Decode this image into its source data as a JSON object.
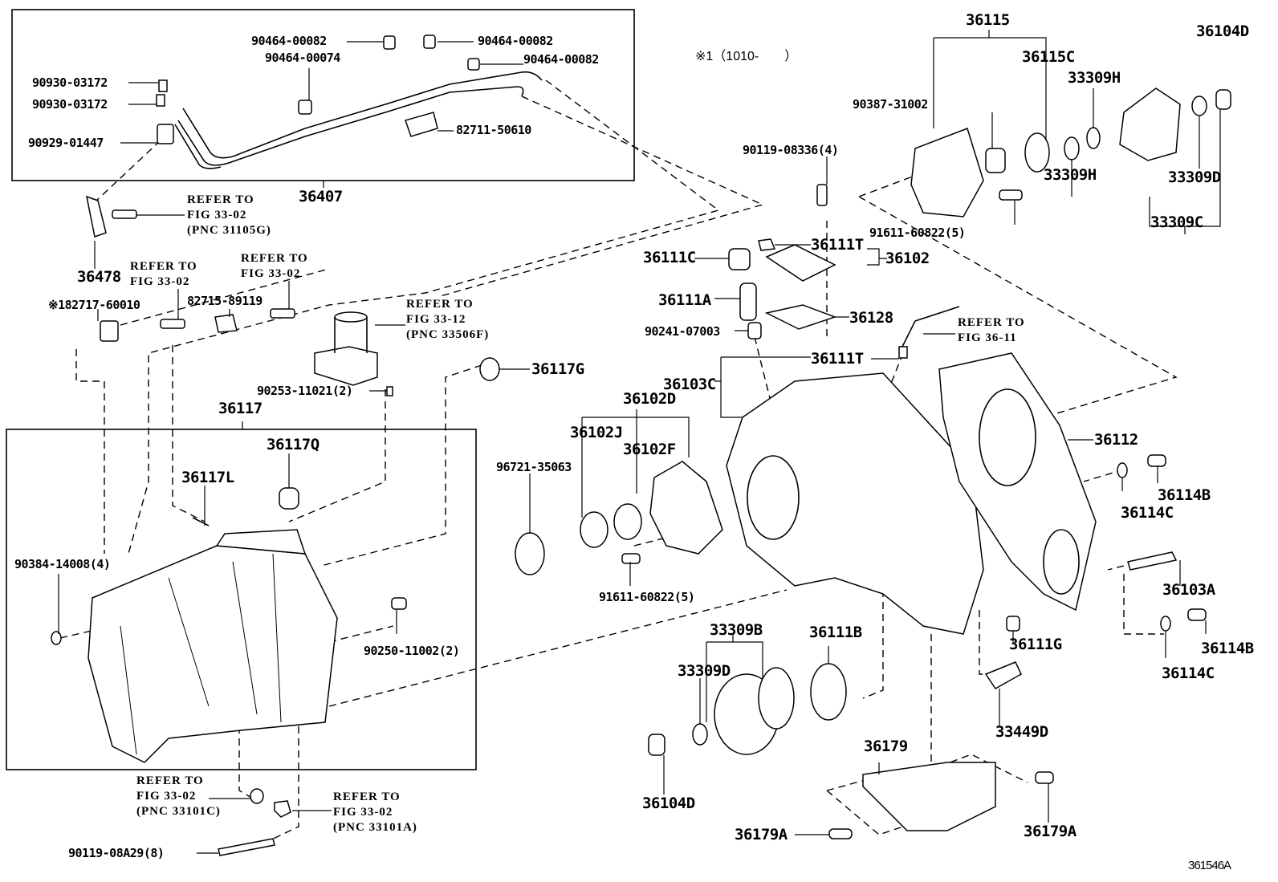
{
  "diagram": {
    "figure_code": "361546A",
    "note": "※1（1010-　　）",
    "groups": {
      "tube_assembly": "36407",
      "case_extension": "36117",
      "front_bearing_retainer": "36115",
      "rear_housing": "36103C",
      "oil_seal_set": "36102D",
      "shift_cover": "36102",
      "hub_set": "33309C",
      "hub_set_front": "33309B"
    },
    "labels": {
      "p_90464_00082_a": "90464-00082",
      "p_90464_00082_b": "90464-00082",
      "p_90464_00082_c": "90464-00082",
      "p_90464_00074": "90464-00074",
      "p_90930_03172_a": "90930-03172",
      "p_90930_03172_b": "90930-03172",
      "p_90929_01447": "90929-01447",
      "p_82711_50610": "82711-50610",
      "p_36407": "36407",
      "p_36478": "36478",
      "p_182717_60010": "※182717-60010",
      "p_82715_89119": "82715-89119",
      "p_90253_11021": "90253-11021(2)",
      "p_36117G": "36117G",
      "p_36117": "36117",
      "p_36117Q": "36117Q",
      "p_36117L": "36117L",
      "p_90384_14008": "90384-14008(4)",
      "p_90250_11002": "90250-11002(2)",
      "p_90119_08A29": "90119-08A29(8)",
      "p_36115": "36115",
      "p_36115C": "36115C",
      "p_36104D_top": "36104D",
      "p_33309H_top": "33309H",
      "p_90387_31002": "90387-31002",
      "p_90119_08336": "90119-08336(4)",
      "p_33309D_top": "33309D",
      "p_33309H_bot": "33309H",
      "p_33309C": "33309C",
      "p_91611_60822_top": "91611-60822(5)",
      "p_36111C": "36111C",
      "p_36111T_top": "36111T",
      "p_36102": "36102",
      "p_36111A": "36111A",
      "p_36128": "36128",
      "p_90241_07003": "90241-07003",
      "p_36111T_mid": "36111T",
      "p_36103C": "36103C",
      "p_36102D": "36102D",
      "p_36102J": "36102J",
      "p_36102F": "36102F",
      "p_96721_35063": "96721-35063",
      "p_91611_60822_mid": "91611-60822(5)",
      "p_36112": "36112",
      "p_36114B_a": "36114B",
      "p_36114C_a": "36114C",
      "p_36103A": "36103A",
      "p_36114B_b": "36114B",
      "p_36114C_b": "36114C",
      "p_36111G": "36111G",
      "p_33449D": "33449D",
      "p_33309B": "33309B",
      "p_33309D_bot": "33309D",
      "p_36111B": "36111B",
      "p_36104D_bot": "36104D",
      "p_36179": "36179",
      "p_36179A_left": "36179A",
      "p_36179A_right": "36179A"
    },
    "references": {
      "ref_31105G": "REFER TO\nFIG 33-02\n(PNC 31105G)",
      "ref_fig3302_a": "REFER TO\nFIG 33-02",
      "ref_fig3302_b": "REFER TO\nFIG 33-02",
      "ref_33506F": "REFER TO\nFIG 33-12\n(PNC 33506F)",
      "ref_3611": "REFER TO\nFIG 36-11",
      "ref_33101C": "REFER TO\nFIG 33-02\n(PNC 33101C)",
      "ref_33101A": "REFER TO\nFIG 33-02\n(PNC 33101A)"
    }
  }
}
